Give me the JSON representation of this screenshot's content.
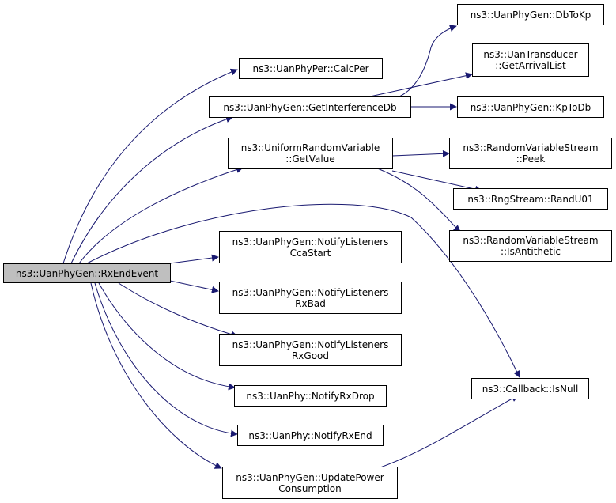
{
  "colors": {
    "edge": "#191970",
    "node_border": "#000000",
    "root_fill": "#bfbfbf",
    "node_fill": "#ffffff"
  },
  "nodes": {
    "rx_end_event": [
      "ns3::UanPhyGen::RxEndEvent"
    ],
    "calc_per": [
      "ns3::UanPhyPer::CalcPer"
    ],
    "get_interference_db": [
      "ns3::UanPhyGen::GetInterferenceDb"
    ],
    "db_to_kp": [
      "ns3::UanPhyGen::DbToKp"
    ],
    "get_arrival_list": [
      "ns3::UanTransducer",
      "::GetArrivalList"
    ],
    "kp_to_db": [
      "ns3::UanPhyGen::KpToDb"
    ],
    "get_value": [
      "ns3::UniformRandomVariable",
      "::GetValue"
    ],
    "peek": [
      "ns3::RandomVariableStream",
      "::Peek"
    ],
    "rand_u01": [
      "ns3::RngStream::RandU01"
    ],
    "is_antithetic": [
      "ns3::RandomVariableStream",
      "::IsAntithetic"
    ],
    "notify_cca_start": [
      "ns3::UanPhyGen::NotifyListeners",
      "CcaStart"
    ],
    "notify_rx_bad": [
      "ns3::UanPhyGen::NotifyListeners",
      "RxBad"
    ],
    "notify_rx_good": [
      "ns3::UanPhyGen::NotifyListeners",
      "RxGood"
    ],
    "notify_rx_drop": [
      "ns3::UanPhy::NotifyRxDrop"
    ],
    "notify_rx_end": [
      "ns3::UanPhy::NotifyRxEnd"
    ],
    "update_power": [
      "ns3::UanPhyGen::UpdatePower",
      "Consumption"
    ],
    "is_null": [
      "ns3::Callback::IsNull"
    ]
  }
}
